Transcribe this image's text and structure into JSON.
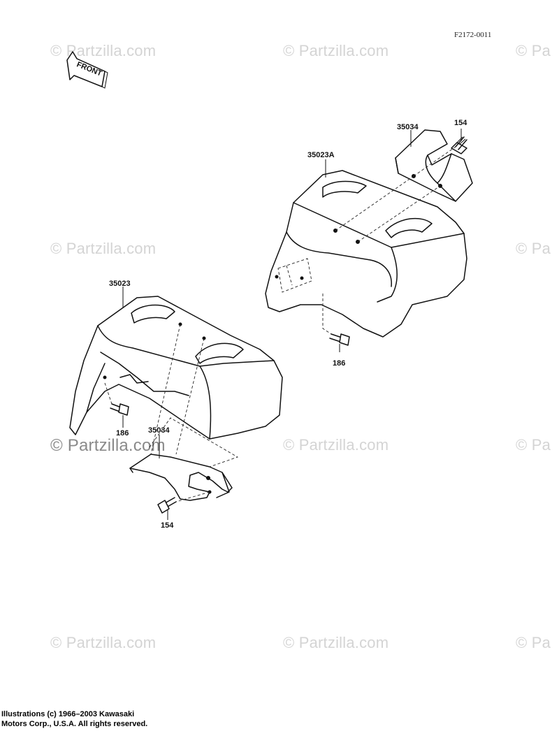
{
  "diagram_code": "F2172-0011",
  "front_label": "FRONT",
  "watermark": "© Partzilla.com",
  "watermark_partial": "© Pa",
  "callouts": {
    "bracket_right": "35034",
    "bolt_right": "154",
    "cover_right": "35023A",
    "bolt_mid_right": "186",
    "cover_left": "35023",
    "bolt_left": "186",
    "bracket_left": "35034",
    "bolt_bottom": "154"
  },
  "footer": {
    "line1": "Illustrations (c) 1966–2003 Kawasaki",
    "line2": "Motors Corp., U.S.A. All rights reserved."
  }
}
